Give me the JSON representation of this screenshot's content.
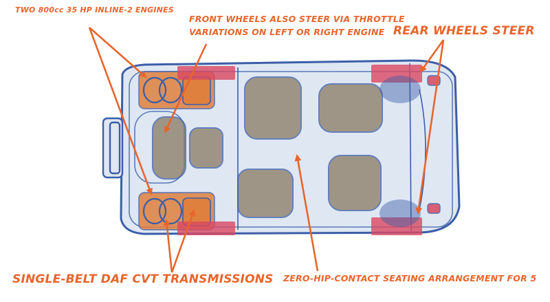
{
  "colors": {
    "annotation": "#e8652c",
    "outline": "#3b5ea8",
    "body_fill": "#dfe7f3",
    "seat": "#8a7a62",
    "mechanical": "#e0803e",
    "wheel_highlight": "#d94861"
  },
  "annotations": {
    "engines": "TWO 800cc 35 HP INLINE-2 ENGINES",
    "front_steer_line1": "FRONT WHEELS ALSO STEER VIA THROTTLE",
    "front_steer_line2": "VARIATIONS ON LEFT OR RIGHT ENGINE",
    "rear_steer": "REAR WHEELS STEER",
    "transmissions": "SINGLE-BELT DAF CVT TRANSMISSIONS",
    "seating": "ZERO-HIP-CONTACT SEATING ARRANGEMENT FOR 5"
  }
}
